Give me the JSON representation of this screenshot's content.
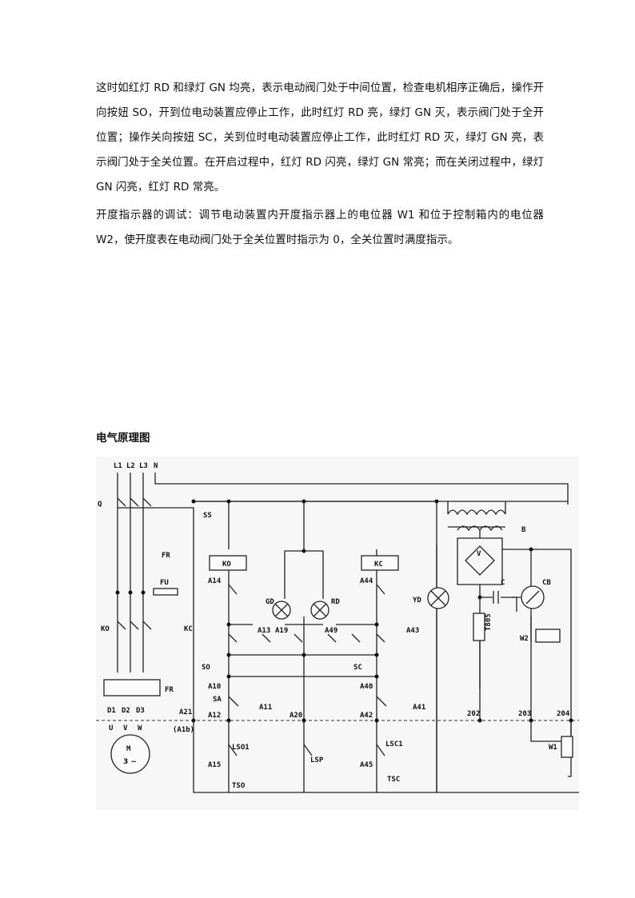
{
  "document": {
    "paragraph_1": "这时如红灯 RD 和绿灯 GN 均亮，表示电动阀门处于中间位置，检查电机相序正确后，操作开向按妞 SO，开到位电动装置应停止工作，此时红灯 RD 亮，绿灯 GN 灭，表示阀门处于全开位置；操作关向按妞 SC，关到位时电动装置应停止工作，此时红灯 RD 灭，绿灯 GN 亮，表示阀门处于全关位置。在开启过程中，红灯 RD 闪亮，绿灯 GN 常亮；而在关闭过程中，绿灯 GN 闪亮，红灯 RD 常亮。",
    "paragraph_2": "开度指示器的调试：调节电动装置内开度指示器上的电位器 W1 和位于控制箱内的电位器 W2，使开度表在电动阀门处于全关位置时指示为 0，全关位置时满度指示。",
    "heading": "电气原理图"
  },
  "diagram": {
    "labels": {
      "L1": "L1",
      "L2": "L2",
      "L3": "L3",
      "N": "N",
      "Q": "Q",
      "SS": "SS",
      "FR_coil": "FR",
      "FU": "FU",
      "KO_main": "KO",
      "KC_main": "KC",
      "FR_relay": "FR",
      "D1": "D1",
      "D2": "D2",
      "D3": "D3",
      "U": "U",
      "V_phase": "V",
      "W": "W",
      "motor_M": "M",
      "motor_3ph": "3 ~",
      "KO_coil": "KO",
      "KC_coil": "KC",
      "A14": "A14",
      "A44": "A44",
      "GD": "GD",
      "RD": "RD",
      "YD": "YD",
      "A13": "A13",
      "A19": "A19",
      "A49": "A49",
      "A43": "A43",
      "SO": "SO",
      "SC": "SC",
      "A10": "A10",
      "A40": "A40",
      "SA": "SA",
      "A11": "A11",
      "A41": "A41",
      "A21": "A21",
      "A21b": "(A1b)",
      "A12": "A12",
      "A20": "A20",
      "A42": "A42",
      "LSO1": "LSO1",
      "LSP": "LSP",
      "LSC1": "LSC1",
      "A15": "A15",
      "A45": "A45",
      "TSO": "TSO",
      "TSC": "TSC",
      "B": "B",
      "V_bridge": "V",
      "C": "C",
      "CB": "CB",
      "T805": "T805",
      "W2": "W2",
      "W1": "W1",
      "n202": "202",
      "n203": "203",
      "n204": "204"
    }
  }
}
